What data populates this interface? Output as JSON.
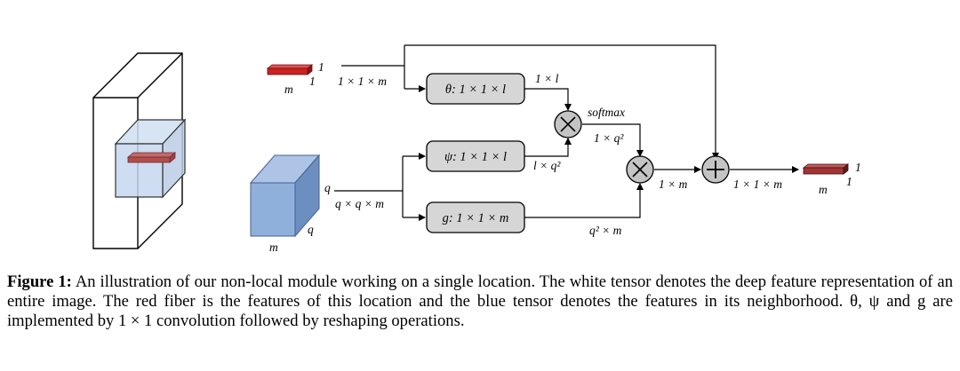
{
  "diagram": {
    "input_fiber": {
      "width_label": "m",
      "height_label": "1",
      "depth_label": "1",
      "shape": "1 × 1 × m"
    },
    "input_block": {
      "depth_label": "q",
      "height_label": "q",
      "width_label": "m",
      "shape": "q × q × m"
    },
    "theta_box": "θ: 1 × 1 × l",
    "psi_box": "ψ: 1 × 1 × l",
    "g_box": "g: 1 × 1 × m",
    "theta_out": "1 × l",
    "psi_out": "l × q²",
    "softmax": "softmax",
    "softmax_out": "1 × q²",
    "g_out": "q² × m",
    "product_out": "1 × m",
    "sum_out": "1 × 1 × m",
    "output_fiber": {
      "width_label": "m",
      "height_label": "1",
      "depth_label": "1"
    },
    "multiply_symbol": "×",
    "add_symbol": "+"
  },
  "caption": {
    "label": "Figure 1:",
    "text": "An illustration of our non-local module working on a single location. The white tensor denotes the deep feature representation of an entire image. The red fiber is the features of this location and the blue tensor denotes the features in its neighborhood. θ,  ψ and g are implemented by 1 × 1 convolution followed by reshaping operations."
  },
  "colors": {
    "red_fiber": "#cc2222",
    "blue_block": "#8fb0db",
    "op_box": "#d6d6d6",
    "op_circle": "#c4c4c4"
  }
}
